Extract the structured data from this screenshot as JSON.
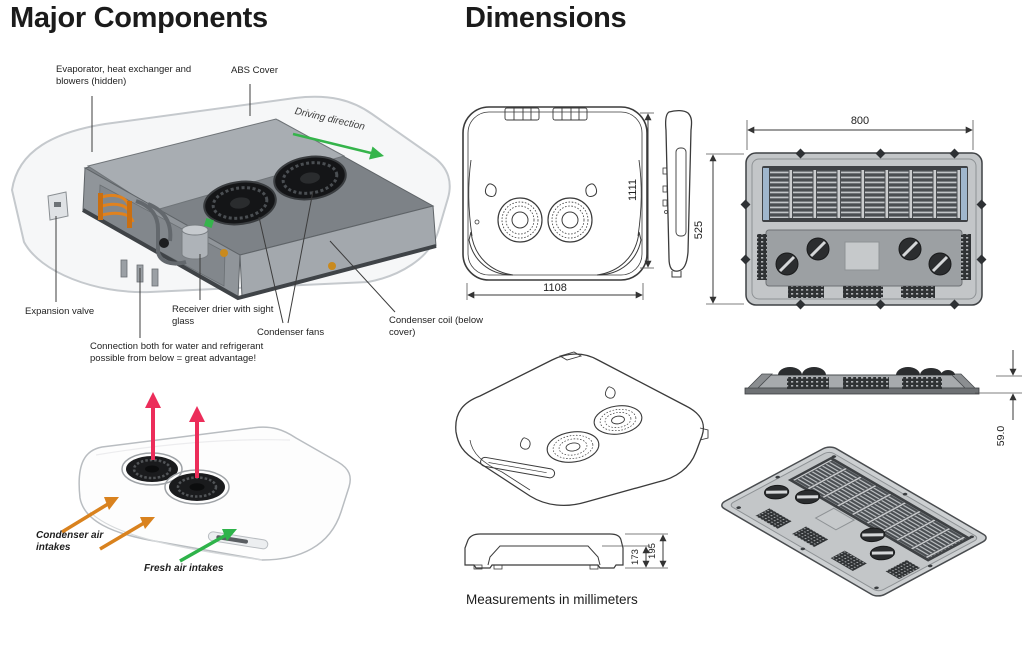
{
  "headers": {
    "left": "Major Components",
    "right": "Dimensions"
  },
  "labels": {
    "evaporator": "Evaporator, heat exchanger and blowers (hidden)",
    "abs_cover": "ABS Cover",
    "driving_direction": "Driving direction",
    "expansion_valve": "Expansion valve",
    "receiver_drier": "Receiver drier with sight glass",
    "condenser_fans": "Condenser fans",
    "condenser_coil": "Condenser coil (below cover)",
    "connection_note": "Connection both for water and refrigerant possible from below = great advantage!"
  },
  "airflow": {
    "condenser_intakes": "Condenser air intakes",
    "fresh_intakes": "Fresh air intakes"
  },
  "dims": {
    "front_height": "1111",
    "front_width": "1108",
    "base_width": "800",
    "base_depth": "525",
    "base_height": "59.0",
    "cover_h_inner": "173",
    "cover_h_outer": "195"
  },
  "footnote": "Measurements in millimeters",
  "colors": {
    "exhaust_arrow": "#ec2d5a",
    "intake_arrow": "#d9821e",
    "fresh_air_arrow": "#2eb34a",
    "driving_arrow": "#35b44b"
  }
}
